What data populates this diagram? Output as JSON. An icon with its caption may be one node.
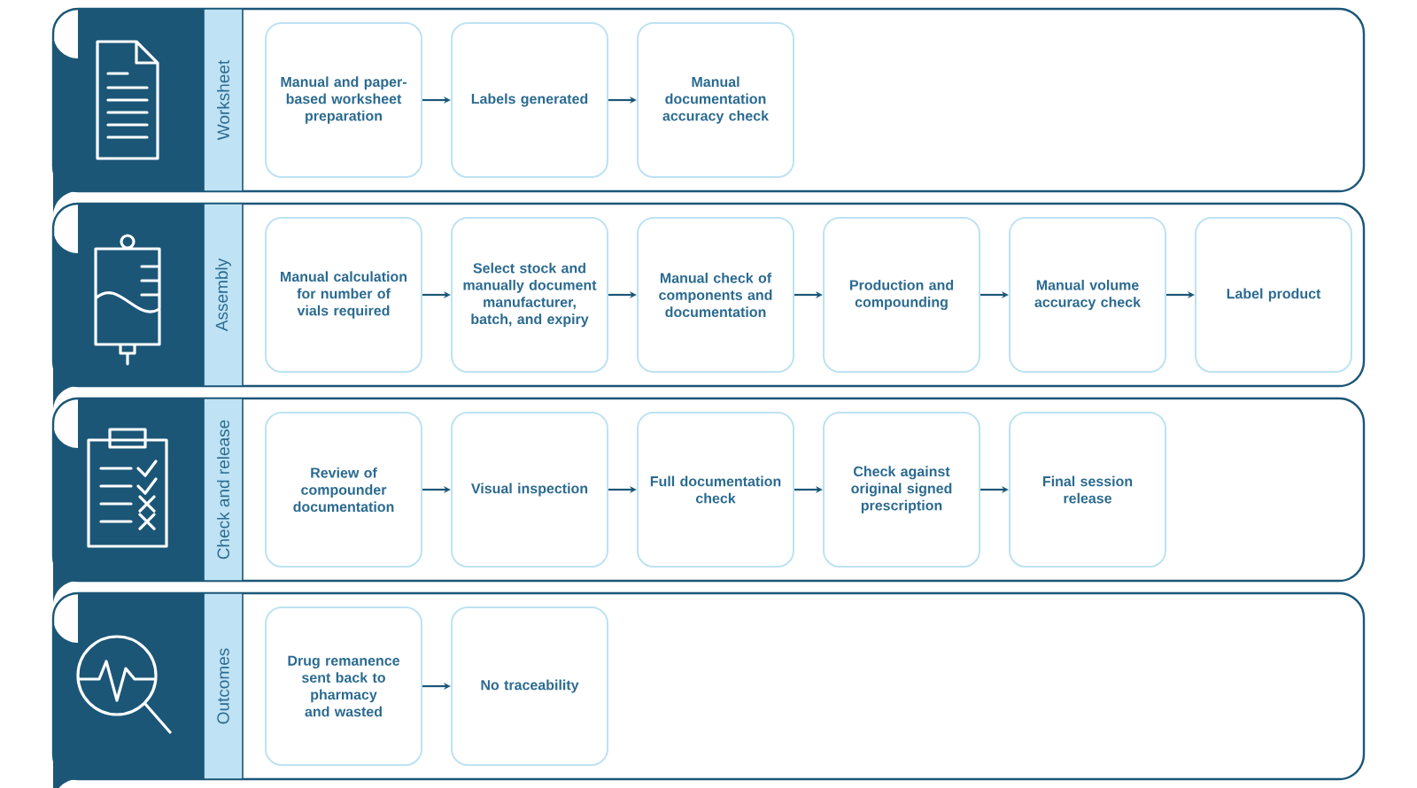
{
  "diagram": {
    "nodes": [
      {
        "text": [
          "Worksheet"
        ]
      },
      {
        "text": [
          "Manual and paper-based worksheet preparation"
        ],
        "in": 0
      },
      {
        "text": [
          "Labels generated"
        ],
        "in": 0
      },
      {
        "text": [
          "Manual documentation accuracy check"
        ],
        "in": 0
      },
      {
        "text": [
          "Assembly"
        ]
      },
      {
        "text": [
          "Manual calculation for number of vials required"
        ],
        "in": 4
      },
      {
        "text": [
          "Select stock and manually document manufacturer, batch, and expiry"
        ],
        "in": 4
      },
      {
        "text": [
          "Manual check of components and documentation"
        ],
        "in": 4
      },
      {
        "text": [
          "Production and compounding"
        ],
        "in": 4
      },
      {
        "text": [
          "Manual volume accuracy check"
        ],
        "in": 4
      },
      {
        "text": [
          "Label product"
        ],
        "in": 4
      },
      {
        "text": [
          "Check and release"
        ]
      },
      {
        "text": [
          "Review of compounder documentation"
        ],
        "in": 11
      },
      {
        "text": [
          "Visual inspection"
        ],
        "in": 11
      },
      {
        "text": [
          "Full documentation check"
        ],
        "in": 11
      },
      {
        "text": [
          "Check against original signed prescription"
        ],
        "in": 11
      },
      {
        "text": [
          "Final session release"
        ],
        "in": 11
      },
      {
        "text": [
          "Outcomes"
        ]
      },
      {
        "text": [
          "Drug remanence sent back to pharmacy and wasted"
        ],
        "in": 17
      },
      {
        "text": [
          "No traceability"
        ],
        "in": 17
      }
    ],
    "edges": [
      {
        "from": 1,
        "to": 2,
        "arrow": "to"
      },
      {
        "from": 2,
        "to": 3,
        "arrow": "to"
      },
      {
        "from": 5,
        "to": 6,
        "arrow": "to"
      },
      {
        "from": 6,
        "to": 7,
        "arrow": "to"
      },
      {
        "from": 7,
        "to": 8,
        "arrow": "to"
      },
      {
        "from": 8,
        "to": 9,
        "arrow": "to"
      },
      {
        "from": 9,
        "to": 10,
        "arrow": "to"
      },
      {
        "from": 12,
        "to": 13,
        "arrow": "to"
      },
      {
        "from": 13,
        "to": 14,
        "arrow": "to"
      },
      {
        "from": 14,
        "to": 15,
        "arrow": "to"
      },
      {
        "from": 15,
        "to": 16,
        "arrow": "to"
      },
      {
        "from": 18,
        "to": 19,
        "arrow": "to"
      }
    ]
  }
}
